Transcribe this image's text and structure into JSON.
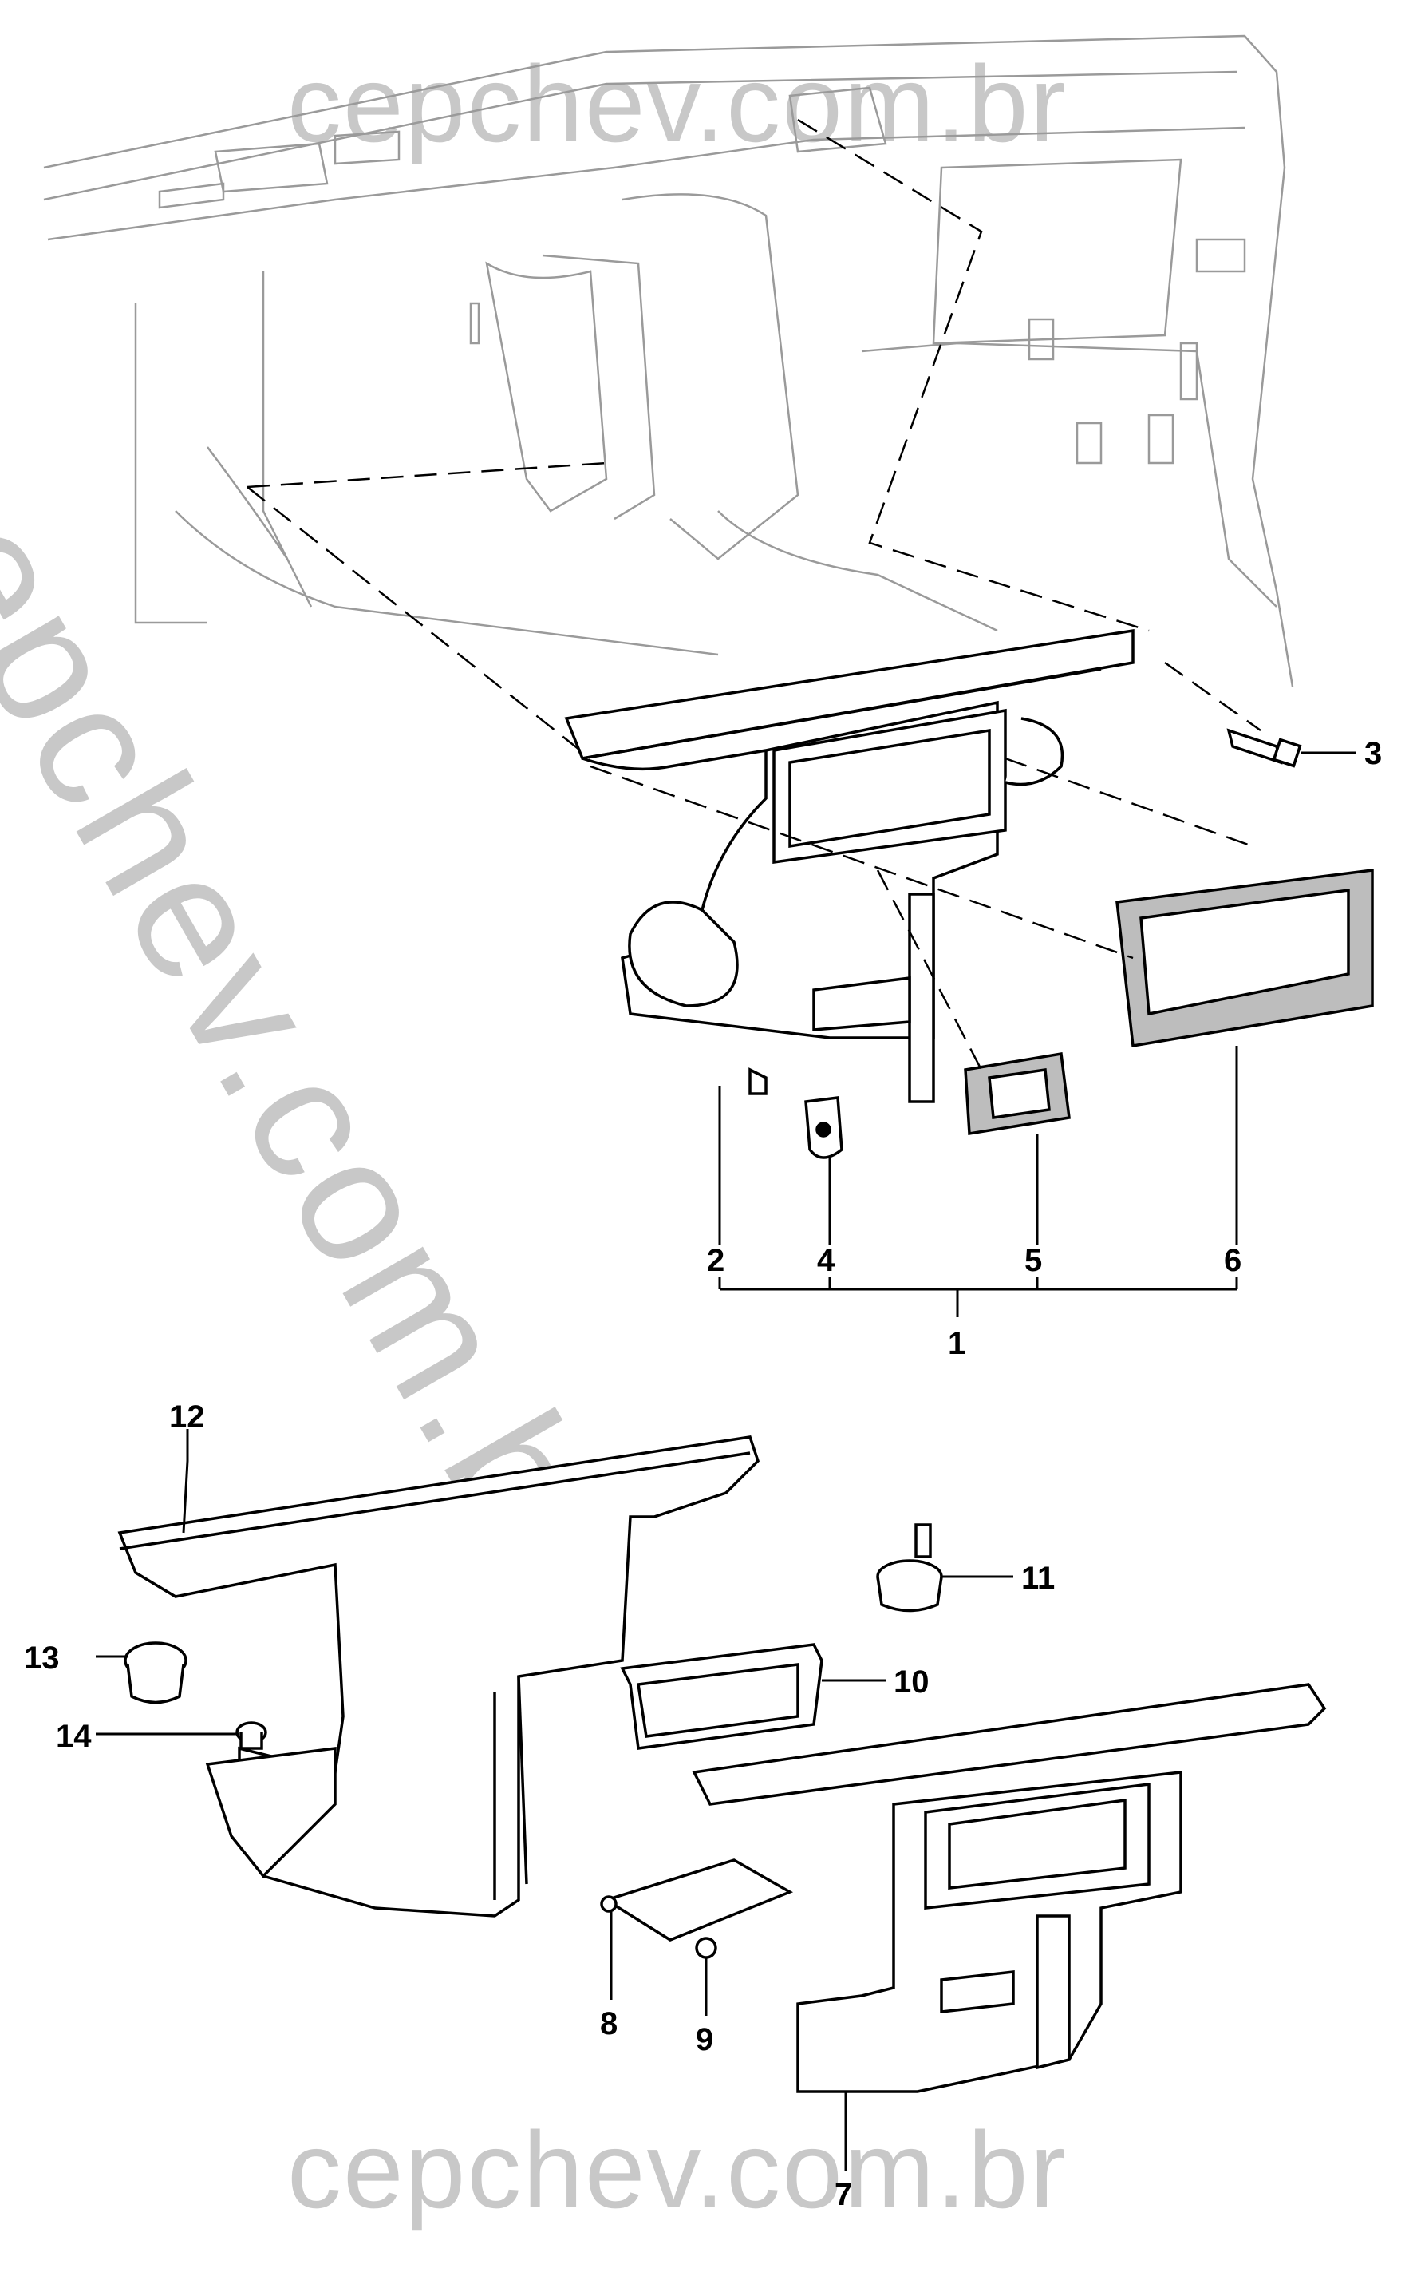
{
  "watermarks": {
    "top": "cepchev.com.br",
    "diagonal": "cepchev.com.br",
    "bottom": "cepchev.com.br"
  },
  "callouts": [
    "1",
    "2",
    "3",
    "4",
    "5",
    "6",
    "7",
    "8",
    "9",
    "10",
    "11",
    "12",
    "13",
    "14"
  ]
}
